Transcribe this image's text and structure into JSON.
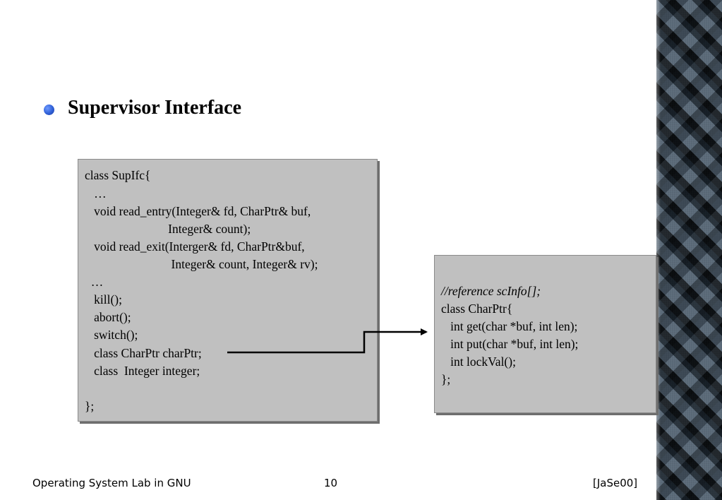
{
  "slide": {
    "title": "Supervisor Interface",
    "left_code": [
      "class SupIfc{",
      "   …",
      "   void read_entry(Integer& fd, CharPtr& buf,",
      "                           Integer& count);",
      "   void read_exit(Interger& fd, CharPtr&buf,",
      "                            Integer& count, Integer& rv);",
      "  …",
      "   kill();",
      "   abort();",
      "   switch();",
      "   class CharPtr charPtr;",
      "   class  Integer integer;",
      "",
      "};"
    ],
    "right_code": [
      "//reference scInfo[];",
      "class CharPtr{",
      "   int get(char *buf, int len);",
      "   int put(char *buf, int len);",
      "   int lockVal();",
      "};"
    ]
  },
  "footer": {
    "left": "Operating System Lab in GNU",
    "center": "10",
    "right": "[JaSe00]"
  }
}
